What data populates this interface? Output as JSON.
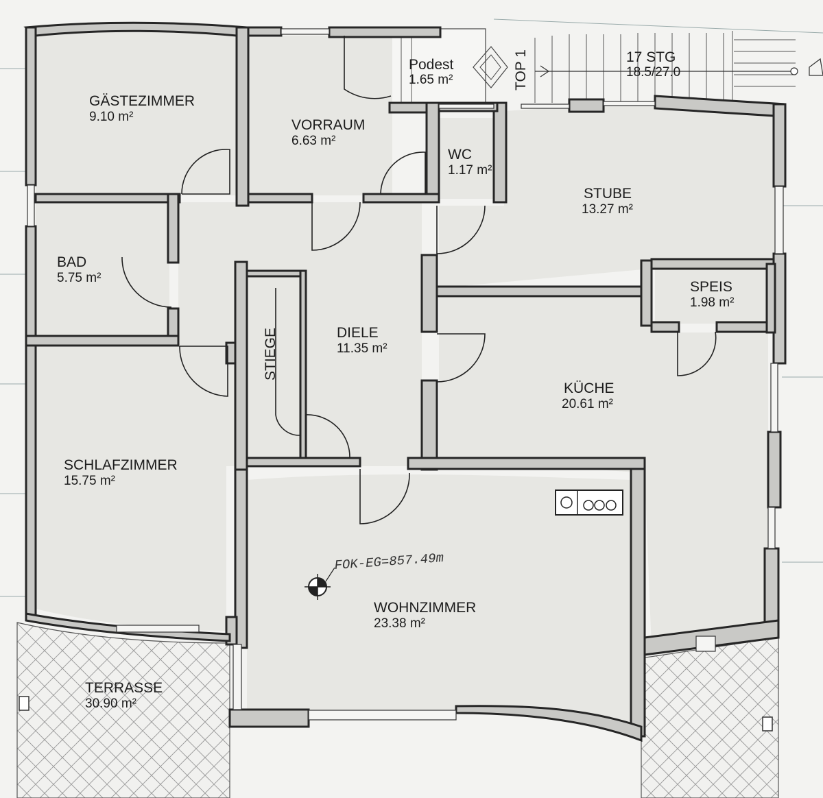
{
  "rooms": {
    "gaestezimmer": {
      "name": "GÄSTEZIMMER",
      "area": "9.10 m²"
    },
    "vorraum": {
      "name": "VORRAUM",
      "area": "6.63 m²"
    },
    "podest": {
      "name": "Podest",
      "area": "1.65 m²"
    },
    "wc": {
      "name": "WC",
      "area": "1.17 m²"
    },
    "stube": {
      "name": "STUBE",
      "area": "13.27 m²"
    },
    "bad": {
      "name": "BAD",
      "area": "5.75 m²"
    },
    "speis": {
      "name": "SPEIS",
      "area": "1.98 m²"
    },
    "diele": {
      "name": "DIELE",
      "area": "11.35 m²"
    },
    "kueche": {
      "name": "KÜCHE",
      "area": "20.61 m²"
    },
    "schlafzimmer": {
      "name": "SCHLAFZIMMER",
      "area": "15.75 m²"
    },
    "wohnzimmer": {
      "name": "WOHNZIMMER",
      "area": "23.38 m²"
    },
    "terrasse": {
      "name": "TERRASSE",
      "area": "30.90 m²"
    }
  },
  "labels": {
    "stiege": "STIEGE",
    "top": "TOP 1",
    "stairs_count": "17 STG",
    "stairs_dims": "18.5/27.0",
    "fok": "FOK-EG=857.49m"
  }
}
